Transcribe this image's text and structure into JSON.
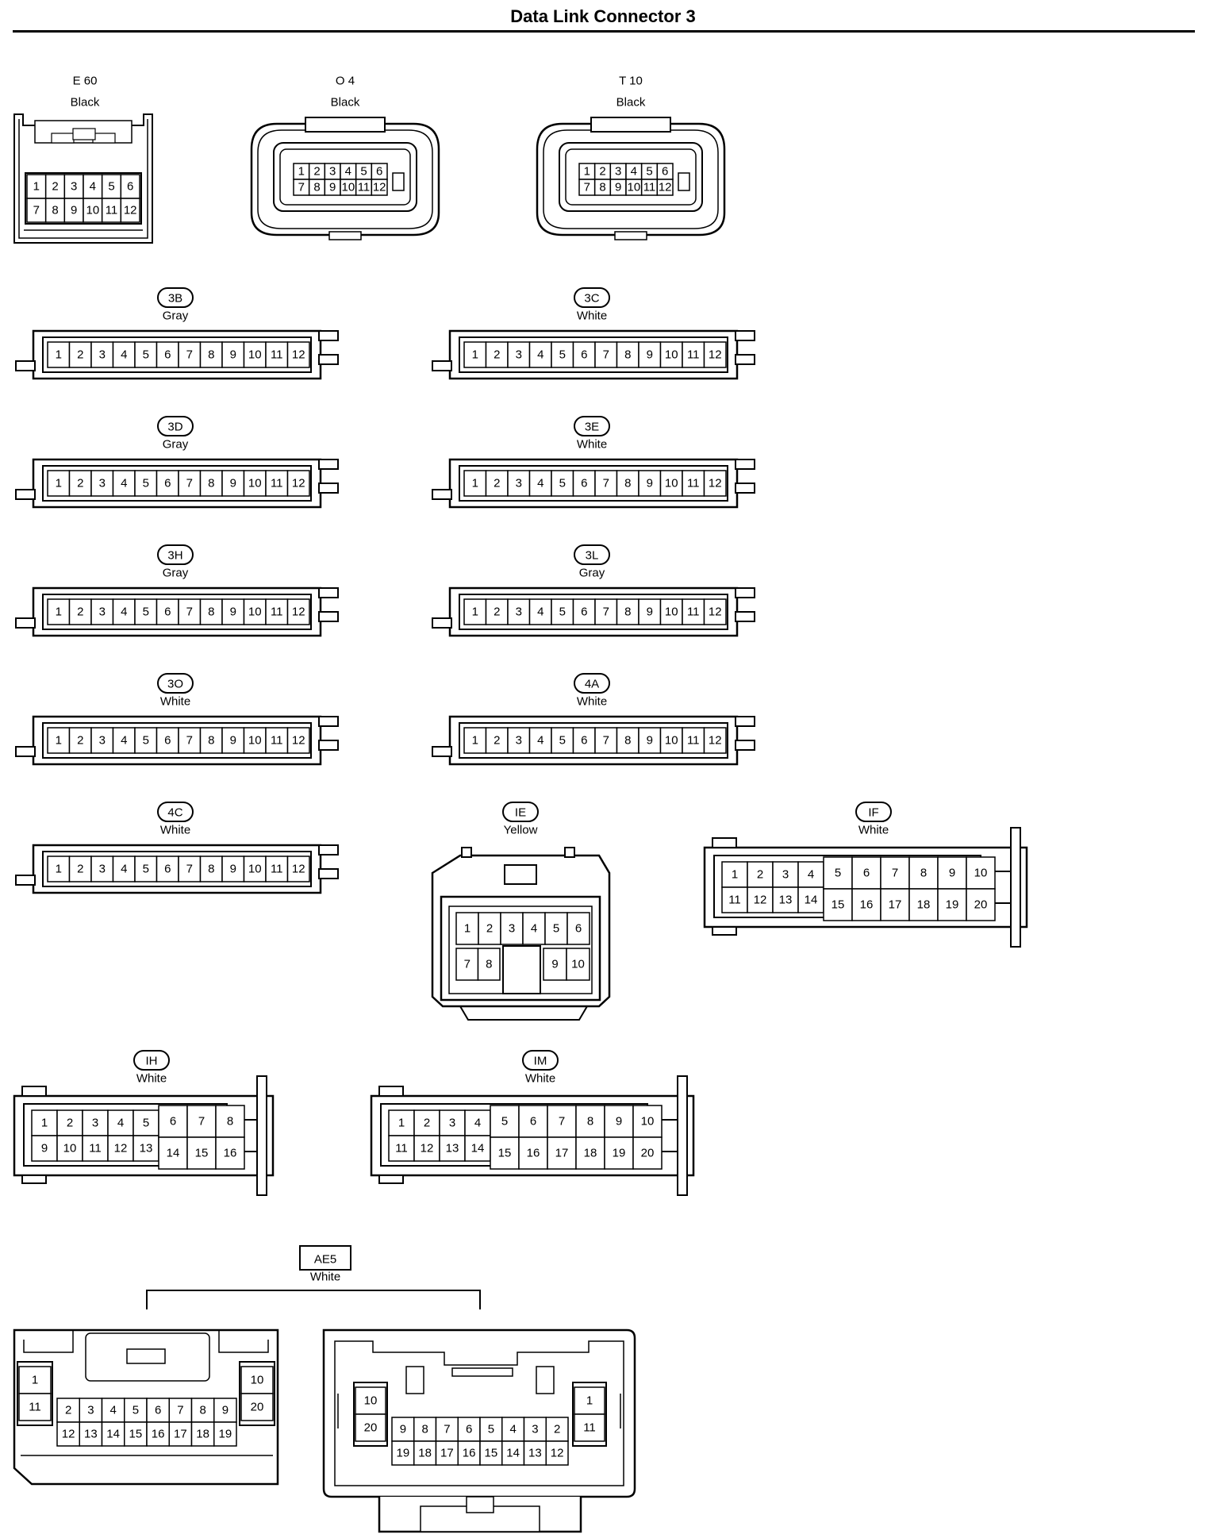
{
  "title": "Data Link Connector 3",
  "connectors_top": [
    {
      "id": "E 60",
      "color": "Black",
      "rows": [
        [
          "1",
          "2",
          "3",
          "4",
          "5",
          "6"
        ],
        [
          "7",
          "8",
          "9",
          "10",
          "11",
          "12"
        ]
      ]
    },
    {
      "id": "O 4",
      "color": "Black",
      "rows": [
        [
          "1",
          "2",
          "3",
          "4",
          "5",
          "6"
        ],
        [
          "7",
          "8",
          "9",
          "10",
          "11",
          "12"
        ]
      ]
    },
    {
      "id": "T 10",
      "color": "Black",
      "rows": [
        [
          "1",
          "2",
          "3",
          "4",
          "5",
          "6"
        ],
        [
          "7",
          "8",
          "9",
          "10",
          "11",
          "12"
        ]
      ]
    }
  ],
  "connectors_12pin": [
    {
      "id": "3B",
      "color": "Gray"
    },
    {
      "id": "3C",
      "color": "White"
    },
    {
      "id": "3D",
      "color": "Gray"
    },
    {
      "id": "3E",
      "color": "White"
    },
    {
      "id": "3H",
      "color": "Gray"
    },
    {
      "id": "3L",
      "color": "Gray"
    },
    {
      "id": "3O",
      "color": "White"
    },
    {
      "id": "4A",
      "color": "White"
    },
    {
      "id": "4C",
      "color": "White"
    }
  ],
  "pins_12": [
    "1",
    "2",
    "3",
    "4",
    "5",
    "6",
    "7",
    "8",
    "9",
    "10",
    "11",
    "12"
  ],
  "connector_IE": {
    "id": "IE",
    "color": "Yellow",
    "row1": [
      "1",
      "2",
      "3",
      "4",
      "5",
      "6"
    ],
    "row2_left": [
      "7",
      "8"
    ],
    "row2_right": [
      "9",
      "10"
    ]
  },
  "connector_IF": {
    "id": "IF",
    "color": "White",
    "left_top": [
      "1",
      "2",
      "3",
      "4"
    ],
    "left_bottom": [
      "11",
      "12",
      "13",
      "14"
    ],
    "right_top": [
      "5",
      "6",
      "7",
      "8",
      "9",
      "10"
    ],
    "right_bottom": [
      "15",
      "16",
      "17",
      "18",
      "19",
      "20"
    ]
  },
  "connector_IH": {
    "id": "IH",
    "color": "White",
    "left_top": [
      "1",
      "2",
      "3",
      "4",
      "5"
    ],
    "left_bottom": [
      "9",
      "10",
      "11",
      "12",
      "13"
    ],
    "right_top": [
      "6",
      "7",
      "8"
    ],
    "right_bottom": [
      "14",
      "15",
      "16"
    ]
  },
  "connector_IM": {
    "id": "IM",
    "color": "White",
    "left_top": [
      "1",
      "2",
      "3",
      "4"
    ],
    "left_bottom": [
      "11",
      "12",
      "13",
      "14"
    ],
    "right_top": [
      "5",
      "6",
      "7",
      "8",
      "9",
      "10"
    ],
    "right_bottom": [
      "15",
      "16",
      "17",
      "18",
      "19",
      "20"
    ]
  },
  "connector_AE5": {
    "id": "AE5",
    "color": "White",
    "male": {
      "side_left": [
        "1",
        "11"
      ],
      "side_right": [
        "10",
        "20"
      ],
      "center_top": [
        "2",
        "3",
        "4",
        "5",
        "6",
        "7",
        "8",
        "9"
      ],
      "center_bottom": [
        "12",
        "13",
        "14",
        "15",
        "16",
        "17",
        "18",
        "19"
      ]
    },
    "female": {
      "side_left": [
        "10",
        "20"
      ],
      "side_right": [
        "1",
        "11"
      ],
      "center_top": [
        "9",
        "8",
        "7",
        "6",
        "5",
        "4",
        "3",
        "2"
      ],
      "center_bottom": [
        "19",
        "18",
        "17",
        "16",
        "15",
        "14",
        "13",
        "12"
      ]
    }
  }
}
